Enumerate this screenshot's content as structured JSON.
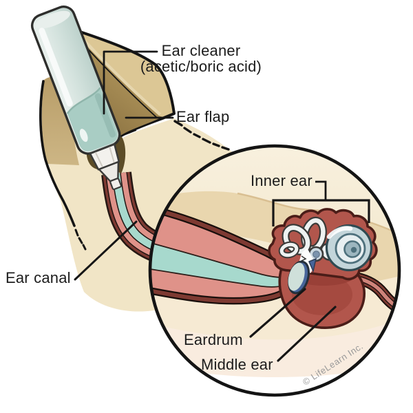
{
  "figure": {
    "labels": {
      "ear_cleaner_line1": "Ear cleaner",
      "ear_cleaner_line2": "(acetic/boric acid)",
      "ear_flap": "Ear flap",
      "ear_canal": "Ear canal",
      "inner_ear": "Inner ear",
      "eardrum": "Eardrum",
      "middle_ear": "Middle ear"
    },
    "credit": "© LifeLearn Inc.",
    "colors": {
      "outline": "#141414",
      "head_skin": "#f1e5c6",
      "flap_light_tan": "#dcc795",
      "flap_dark_tan": "#8d7440",
      "canal_pink": "#df9289",
      "canal_wall_maroon": "#7e3a32",
      "cleaner_teal": "#a7d9cd",
      "bottle_glass": "#d3e2dd",
      "bottle_liquid": "#a9cdc4",
      "middle_ear_red": "#b2564c",
      "inner_ear_red": "#b2564c",
      "cochlea_blue_gray": "#c3d5da",
      "eardrum_blue": "#47659a",
      "circle_cream": "#e9d6ae",
      "credit_gray": "#9a9a9a"
    }
  }
}
